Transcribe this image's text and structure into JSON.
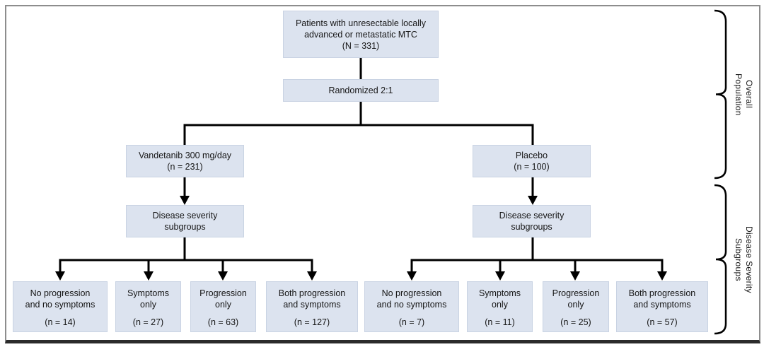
{
  "figure": {
    "nodes": {
      "patients": {
        "lines": [
          "Patients with unresectable locally",
          "advanced or metastatic MTC",
          "(N = 331)"
        ]
      },
      "randomized": {
        "lines": [
          "Randomized 2:1"
        ]
      },
      "vandetanib": {
        "lines": [
          "Vandetanib 300 mg/day",
          "(n = 231)"
        ]
      },
      "placebo": {
        "lines": [
          "Placebo",
          "(n = 100)"
        ]
      },
      "dss_left": {
        "lines": [
          "Disease severity",
          "subgroups"
        ]
      },
      "dss_right": {
        "lines": [
          "Disease severity",
          "subgroups"
        ]
      },
      "v_subgroups": [
        {
          "label": [
            "No progression",
            "and no symptoms"
          ],
          "n": "(n = 14)"
        },
        {
          "label": [
            "Symptoms",
            "only"
          ],
          "n": "(n = 27)"
        },
        {
          "label": [
            "Progression",
            "only"
          ],
          "n": "(n = 63)"
        },
        {
          "label": [
            "Both progression",
            "and symptoms"
          ],
          "n": "(n = 127)"
        }
      ],
      "p_subgroups": [
        {
          "label": [
            "No progression",
            "and no symptoms"
          ],
          "n": "(n = 7)"
        },
        {
          "label": [
            "Symptoms",
            "only"
          ],
          "n": "(n = 11)"
        },
        {
          "label": [
            "Progression",
            "only"
          ],
          "n": "(n = 25)"
        },
        {
          "label": [
            "Both progression",
            "and symptoms"
          ],
          "n": "(n = 57)"
        }
      ]
    },
    "side_labels": {
      "overall": {
        "lines": [
          "Overall",
          "Population"
        ]
      },
      "subgroups": {
        "lines": [
          "Disease Severity",
          "Subgroups"
        ]
      }
    },
    "colors": {
      "box_fill": "#dce3ef",
      "box_border": "#c9d3e3",
      "connector": "#000000",
      "frame_gray": "#8d8d8d",
      "frame_bottom": "#2b2b2b",
      "text": "#161616"
    }
  }
}
